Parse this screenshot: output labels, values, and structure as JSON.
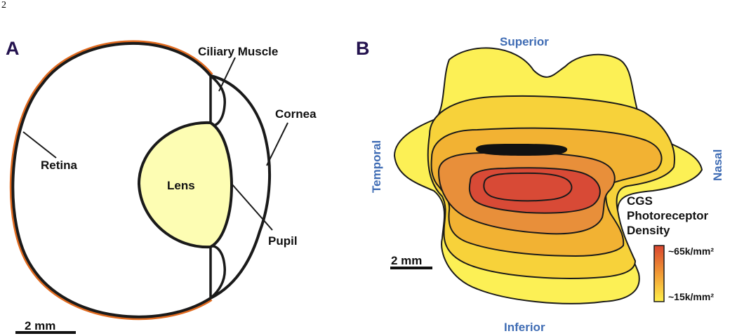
{
  "page_number": "2",
  "panel_a": {
    "letter": "A",
    "labels": {
      "ciliary_muscle": "Ciliary Muscle",
      "cornea": "Cornea",
      "retina": "Retina",
      "lens": "Lens",
      "pupil": "Pupil"
    },
    "scale_bar": "2 mm",
    "colors": {
      "retina": "#e06a1f",
      "lens": "#fdfdb3",
      "outline": "#1a1a1a"
    }
  },
  "panel_b": {
    "letter": "B",
    "directions": {
      "superior": "Superior",
      "inferior": "Inferior",
      "temporal": "Temporal",
      "nasal": "Nasal"
    },
    "scale_bar": "2 mm",
    "legend": {
      "title_lines": [
        "CGS",
        "Photoreceptor",
        "Density"
      ],
      "high": "~65k/mm²",
      "low": "~15k/mm²",
      "colors": {
        "high": "#d9452f",
        "low": "#fff04a"
      }
    },
    "contour_colors": [
      "#fcf055",
      "#f7d23a",
      "#f2b233",
      "#e88f3a",
      "#d84a36"
    ]
  }
}
